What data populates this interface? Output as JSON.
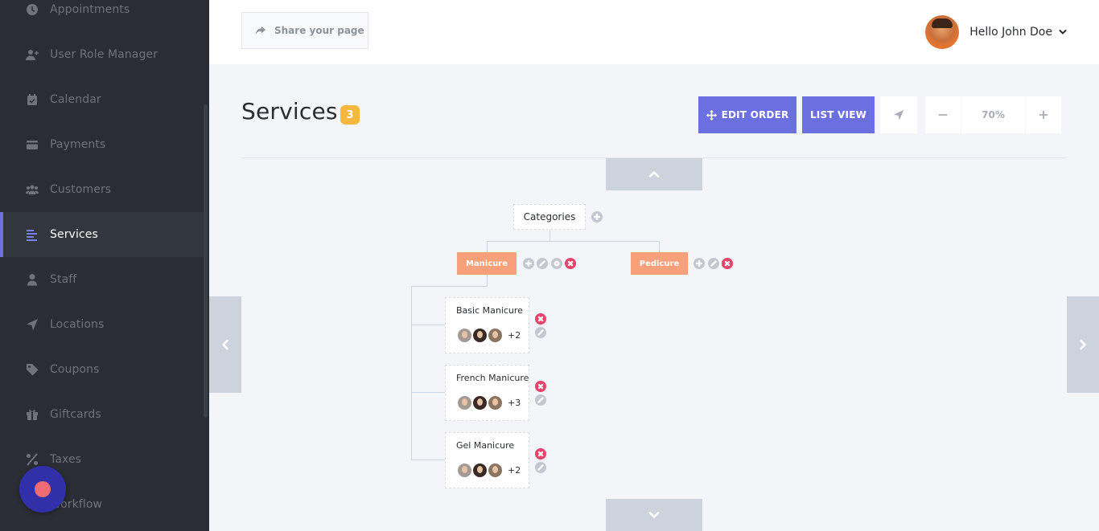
{
  "sidebar": {
    "items": [
      {
        "label": "Appointments",
        "icon": "clock-icon"
      },
      {
        "label": "User Role Manager",
        "icon": "user-plus-icon"
      },
      {
        "label": "Calendar",
        "icon": "calendar-check-icon"
      },
      {
        "label": "Payments",
        "icon": "credit-card-icon"
      },
      {
        "label": "Customers",
        "icon": "users-icon"
      },
      {
        "label": "Services",
        "icon": "list-icon",
        "active": true
      },
      {
        "label": "Staff",
        "icon": "user-icon"
      },
      {
        "label": "Locations",
        "icon": "location-arrow-icon"
      },
      {
        "label": "Coupons",
        "icon": "tag-icon"
      },
      {
        "label": "Giftcards",
        "icon": "gift-icon"
      },
      {
        "label": "Taxes",
        "icon": "percent-icon"
      },
      {
        "label": "Workflow",
        "icon": "workflow-icon"
      }
    ]
  },
  "topbar": {
    "share_label": "Share your page",
    "user_greeting": "Hello John Doe"
  },
  "header": {
    "title": "Services",
    "count": "3",
    "edit_order_label": "EDIT ORDER",
    "list_view_label": "LIST VIEW",
    "zoom": "70%"
  },
  "tree": {
    "root": "Categories",
    "categories": [
      {
        "label": "Manicure"
      },
      {
        "label": "Pedicure"
      }
    ],
    "services": [
      {
        "name": "Basic Manicure",
        "extra_staff": "+2"
      },
      {
        "name": "French Manicure",
        "extra_staff": "+3"
      },
      {
        "name": "Gel Manicure",
        "extra_staff": "+2"
      }
    ]
  },
  "colors": {
    "sidebar_bg": "#2a2d33",
    "accent": "#6c6fe0",
    "badge": "#f6b63f",
    "category_node": "#f7a07a",
    "delete": "#e8416a"
  }
}
